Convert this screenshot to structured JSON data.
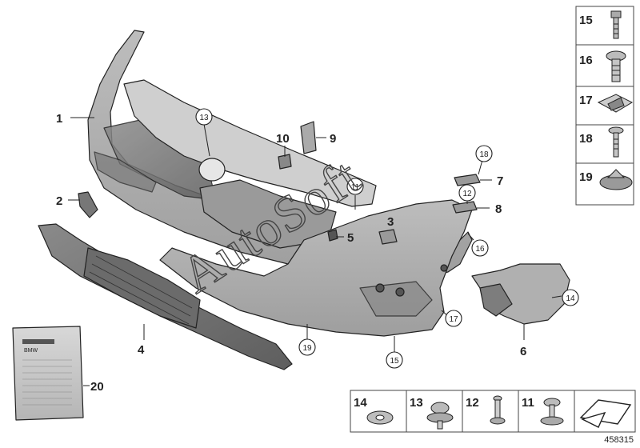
{
  "callouts": {
    "c1": "1",
    "c2": "2",
    "c3": "3",
    "c4": "4",
    "c5": "5",
    "c6": "6",
    "c7": "7",
    "c8": "8",
    "c9": "9",
    "c10": "10",
    "c11": "11",
    "c12": "12",
    "c13": "13",
    "c14": "14",
    "c15": "15",
    "c16": "16",
    "c17": "17",
    "c18": "18",
    "c19": "19",
    "c20": "20"
  },
  "side_panel": {
    "items": [
      "15",
      "16",
      "17",
      "18",
      "19"
    ]
  },
  "bottom_panel": {
    "items": [
      "14",
      "13",
      "12",
      "11"
    ]
  },
  "watermark": "AutoSoft",
  "diagram_id": "458315",
  "kit_brand": "BMW"
}
